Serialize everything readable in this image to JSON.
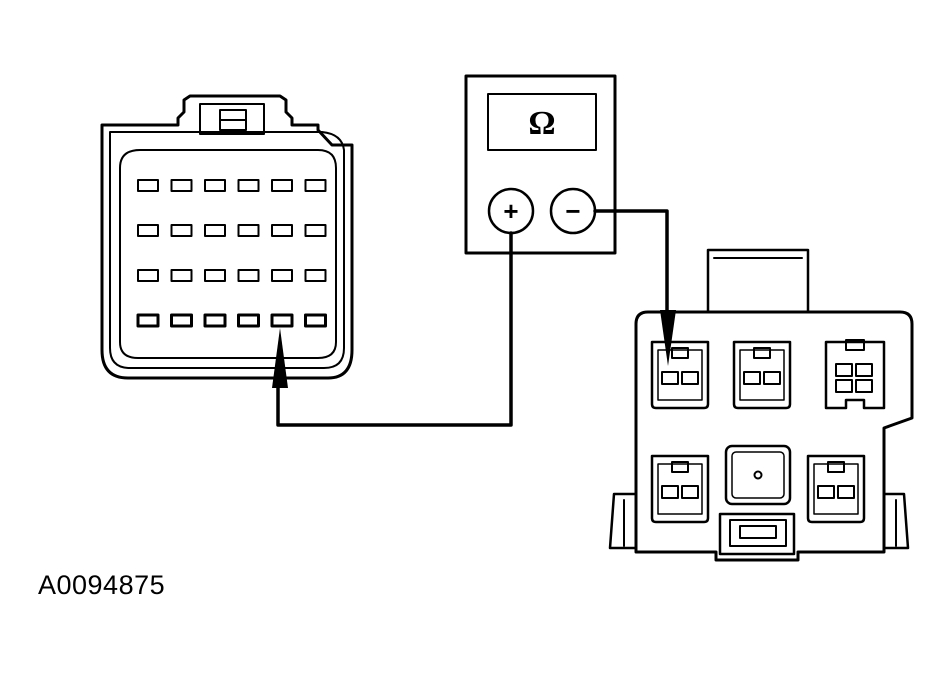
{
  "figure_code": "A0094875",
  "meter": {
    "display_unit": "Ω",
    "positive_terminal": "+",
    "negative_terminal": "−"
  },
  "left_connector": {
    "rows": 4,
    "pins_per_row": 6,
    "probed_row": 4,
    "probed_pin": 5
  },
  "right_connector": {
    "terminal_blocks": 6,
    "probed_block": 1
  }
}
